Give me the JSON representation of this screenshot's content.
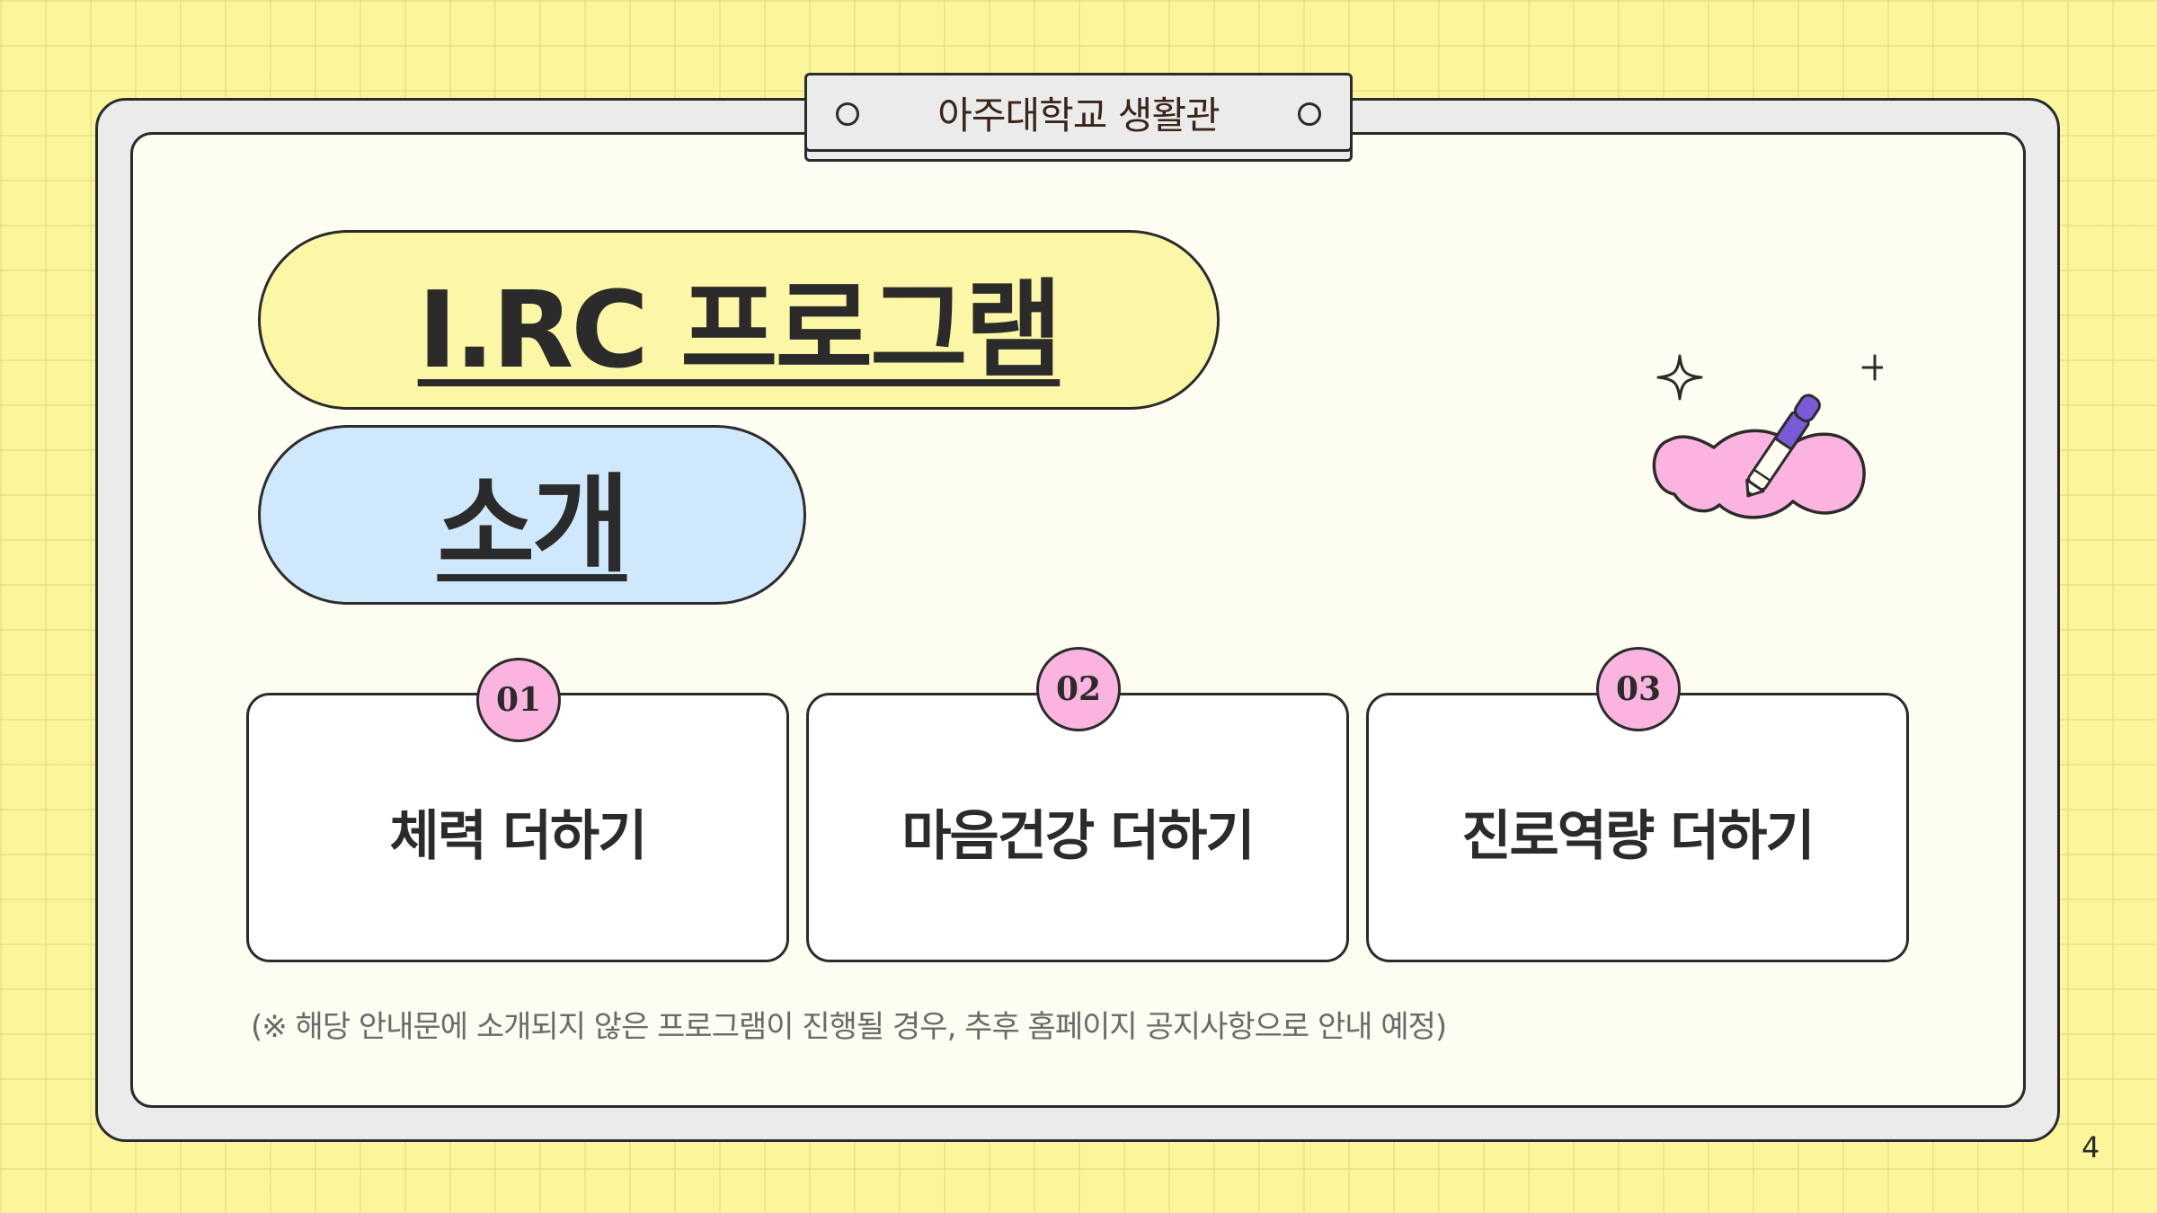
{
  "header": {
    "title": "아주대학교 생활관"
  },
  "title": {
    "line1": "I.RC 프로그램",
    "line2": "소개"
  },
  "cards": [
    {
      "number": "01",
      "label": "체력 더하기"
    },
    {
      "number": "02",
      "label": "마음건강 더하기"
    },
    {
      "number": "03",
      "label": "진로역량 더하기"
    }
  ],
  "note": "(※ 해당 안내문에 소개되지 않은 프로그램이 진행될 경우, 추후 홈페이지 공지사항으로 안내 예정)",
  "page_number": "4",
  "illustration": {
    "icons": [
      "sparkle-icon",
      "pen-icon",
      "pink-cloud-icon"
    ]
  },
  "colors": {
    "background": "#fbf69c",
    "title_pill_yellow": "#fcf7a6",
    "title_pill_blue": "#cfe8fb",
    "badge_pink": "#fbb4df",
    "pen_purple": "#7a5ad6"
  }
}
